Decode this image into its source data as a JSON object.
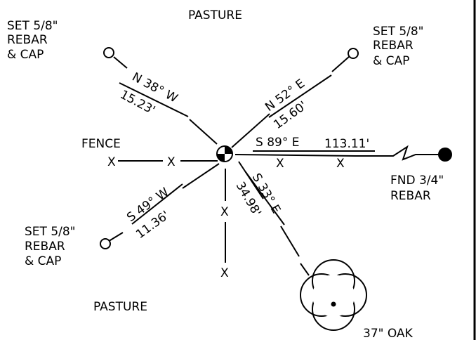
{
  "labels": {
    "pasture_top": "PASTURE",
    "pasture_bottom": "PASTURE",
    "fence": "FENCE",
    "oak": "37\" OAK"
  },
  "monuments": {
    "nw": [
      "SET 5/8\"",
      "REBAR",
      "& CAP"
    ],
    "ne": [
      "SET 5/8\"",
      "REBAR",
      "& CAP"
    ],
    "sw": [
      "SET 5/8\"",
      "REBAR",
      "& CAP"
    ],
    "east": [
      "FND 3/4\"",
      "REBAR"
    ]
  },
  "bearings": {
    "nw": {
      "bearing": "N 38° W",
      "distance": "15.23'"
    },
    "ne": {
      "bearing": "N 52° E",
      "distance": "15.60'"
    },
    "east": {
      "bearing": "S 89° E",
      "distance": "113.11'"
    },
    "sw": {
      "bearing": "S 49° W",
      "distance": "11.36'"
    },
    "se": {
      "bearing": "S 33° E",
      "distance": "34.98'"
    }
  },
  "fence_marker": "X",
  "colors": {
    "ink": "#000000",
    "paper": "#ffffff"
  }
}
